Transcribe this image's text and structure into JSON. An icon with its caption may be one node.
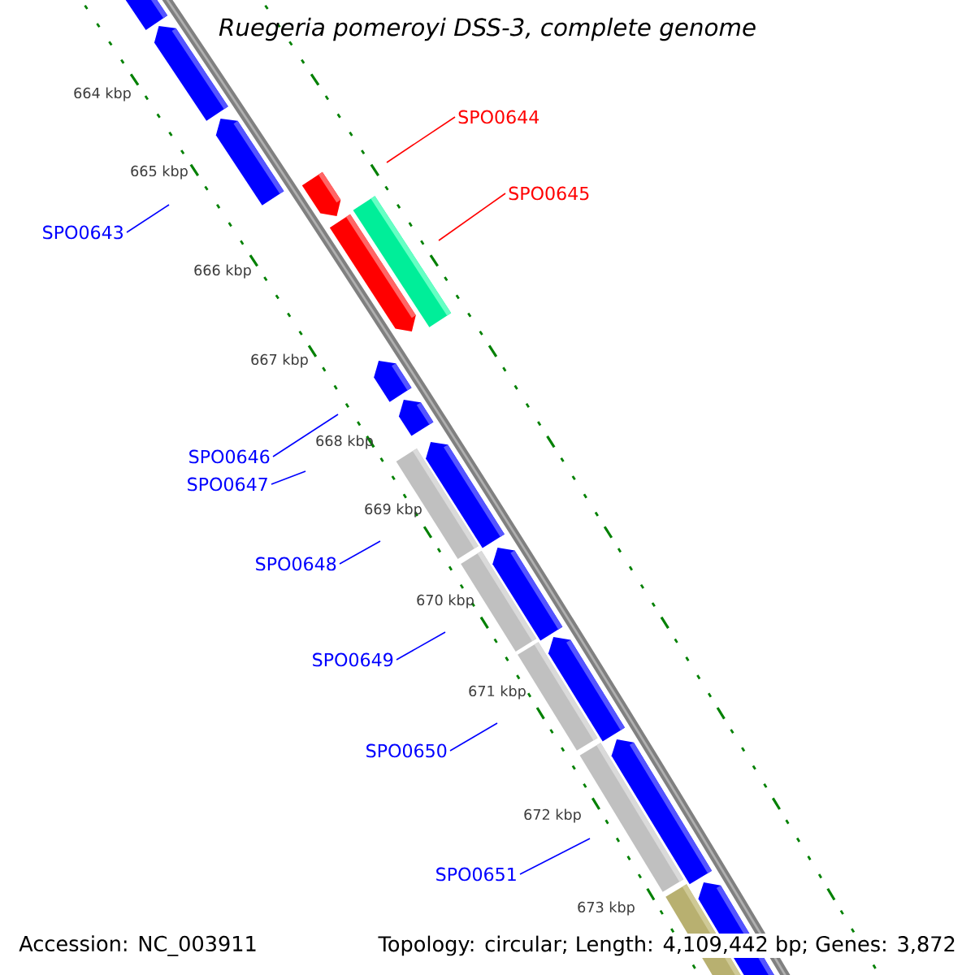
{
  "diagram": {
    "title": "Ruegeria pomeroyi DSS-3, complete genome",
    "nodes": [
      {
        "text": [
          "SPO0644"
        ]
      },
      {
        "text": [
          "SPO0645"
        ]
      },
      {
        "text": [
          "SPO0643"
        ]
      },
      {
        "text": [
          "SPO0646"
        ]
      },
      {
        "text": [
          "SPO0647"
        ]
      },
      {
        "text": [
          "SPO0648"
        ]
      },
      {
        "text": [
          "SPO0649"
        ]
      },
      {
        "text": [
          "SPO0650"
        ]
      },
      {
        "text": [
          "SPO0651"
        ]
      }
    ],
    "edges": [
      {
        "from": 0,
        "to": null,
        "arrow": "none",
        "color": "#ff0000"
      },
      {
        "from": 1,
        "to": null,
        "arrow": "none",
        "color": "#ff0000"
      },
      {
        "from": 2,
        "to": null,
        "arrow": "none"
      },
      {
        "from": 3,
        "to": null,
        "arrow": "none"
      },
      {
        "from": 4,
        "to": null,
        "arrow": "none"
      },
      {
        "from": 5,
        "to": null,
        "arrow": "none"
      },
      {
        "from": 6,
        "to": null,
        "arrow": "none"
      },
      {
        "from": 7,
        "to": null,
        "arrow": "none"
      },
      {
        "from": 8,
        "to": null,
        "arrow": "none"
      }
    ],
    "labels": [
      "664 kbp",
      "665 kbp",
      "666 kbp",
      "667 kbp",
      "668 kbp",
      "669 kbp",
      "670 kbp",
      "671 kbp",
      "672 kbp",
      "673 kbp",
      "Accession: NC_003911",
      "Topology: circular; Length: 4,109,442 bp; Genes: 3,872"
    ]
  }
}
